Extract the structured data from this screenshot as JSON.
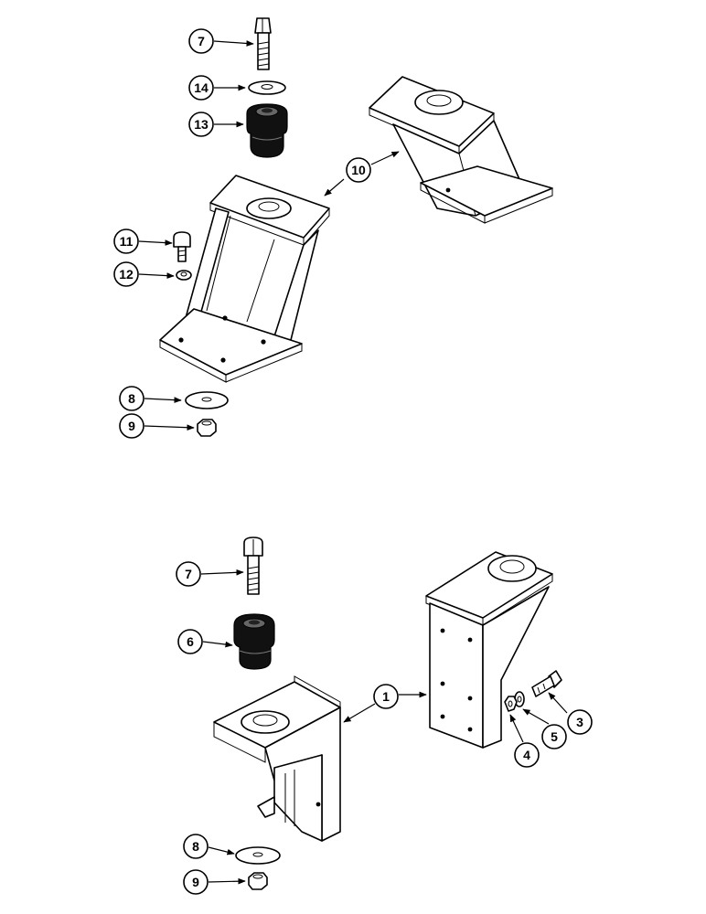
{
  "callouts": {
    "c1": "1",
    "c3": "3",
    "c4": "4",
    "c5": "5",
    "c6": "6",
    "c7a": "7",
    "c7b": "7",
    "c8a": "8",
    "c8b": "8",
    "c9a": "9",
    "c9b": "9",
    "c10": "10",
    "c11": "11",
    "c12": "12",
    "c13": "13",
    "c14": "14"
  }
}
